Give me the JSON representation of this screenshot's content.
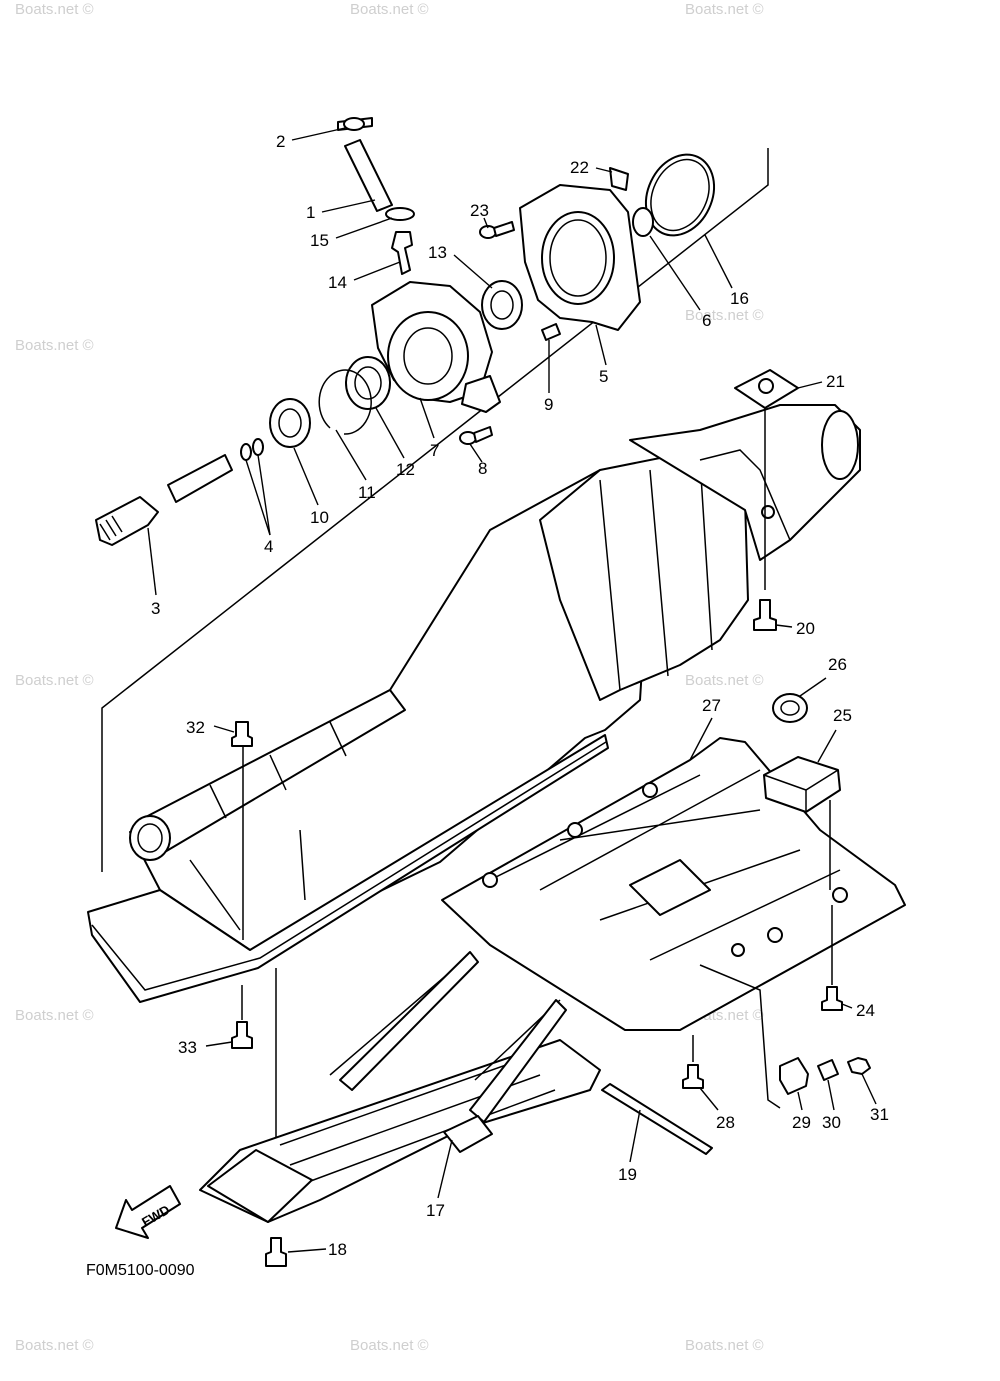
{
  "diagram": {
    "code": "F0M5100-0090",
    "fwd_label": "FWD",
    "watermark": "Boats.net ©",
    "callouts": [
      "1",
      "2",
      "3",
      "4",
      "5",
      "6",
      "7",
      "8",
      "9",
      "10",
      "11",
      "12",
      "13",
      "14",
      "15",
      "16",
      "17",
      "18",
      "19",
      "20",
      "21",
      "22",
      "23",
      "24",
      "25",
      "26",
      "27",
      "28",
      "29",
      "30",
      "31",
      "32",
      "33"
    ]
  }
}
